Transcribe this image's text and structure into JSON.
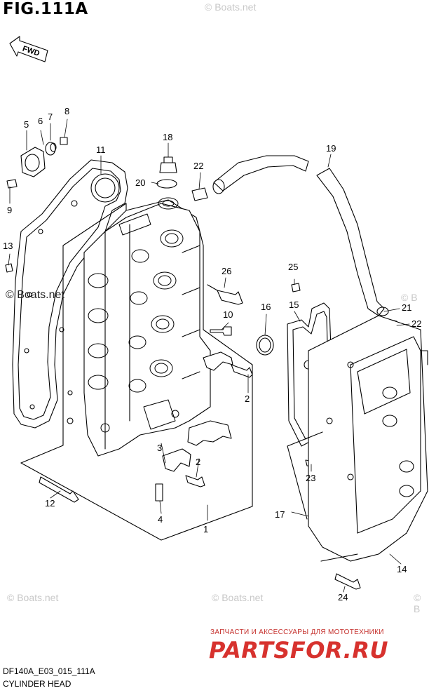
{
  "figure_title": "FIG.111A",
  "fwd_label": "FWD",
  "callouts": {
    "c1": "1",
    "c2a": "2",
    "c2b": "2",
    "c3": "3",
    "c4": "4",
    "c5": "5",
    "c6": "6",
    "c7": "7",
    "c8": "8",
    "c9": "9",
    "c10": "10",
    "c11": "11",
    "c12": "12",
    "c13": "13",
    "c14": "14",
    "c15": "15",
    "c16": "16",
    "c17": "17",
    "c18": "18",
    "c19": "19",
    "c20": "20",
    "c21": "21",
    "c22a": "22",
    "c22b": "22",
    "c23": "23",
    "c24": "24",
    "c25": "25",
    "c26": "26"
  },
  "watermarks": {
    "main": "© Boats.net",
    "top": "© Boats.net",
    "bottom_left": "© Boats.net",
    "bottom_mid": "© Boats.net",
    "bottom_right": "© B",
    "right": "© B"
  },
  "shop": {
    "tagline": "ЗАПЧАСТИ И АКСЕССУАРЫ ДЛЯ МОТОТЕХНИКИ",
    "logo": "PARTSFOR.RU"
  },
  "footer": {
    "code": "DF140A_E03_015_111A",
    "caption": "CYLINDER HEAD"
  }
}
